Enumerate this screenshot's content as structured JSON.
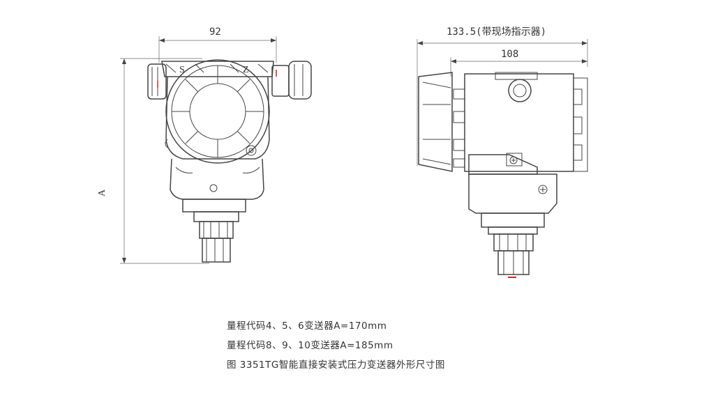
{
  "dimensions": {
    "width_92": "92",
    "height_A": "A",
    "width_133": "133.5(带现场指示器)",
    "width_108": "108"
  },
  "markings": {
    "s_label": "S",
    "z_label": "Z"
  },
  "captions": {
    "line1": "量程代码4、5、6变送器A=170mm",
    "line2": "量程代码8、9、10变送器A=185mm",
    "line3": "图 3351TG智能直接安装式压力变送器外形尺寸图"
  },
  "colors": {
    "line": "#444444",
    "accent_red": "#cc2222"
  }
}
